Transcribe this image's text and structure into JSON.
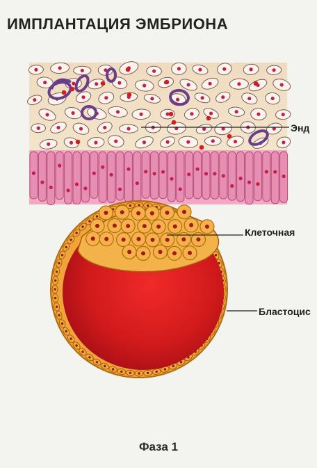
{
  "title": "ИМПЛАНТАЦИЯ ЭМБРИОНА",
  "labels": {
    "endometrium": "Энд",
    "cell_mass": "Клеточная",
    "blastocyst": "Бластоцис"
  },
  "phase": "Фаза 1",
  "colors": {
    "background": "#f3f3ef",
    "stroma": "#f1e0c4",
    "gland": "#6a3d88",
    "epithelium": "#e78fb3",
    "nucleus": "#c2204a",
    "cell_mass": "#f1a83c",
    "blastocoel": "#d81e1e"
  }
}
